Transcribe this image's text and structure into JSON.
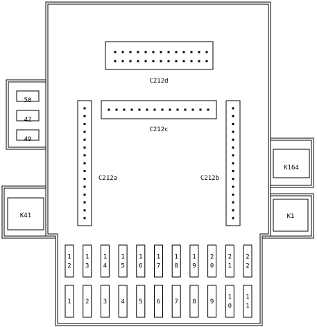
{
  "colors": {
    "line": "#000000",
    "background": "#ffffff"
  },
  "connectors": {
    "c212d": {
      "label": "C212d",
      "rows": 2,
      "pins_per_row": 13
    },
    "c212c": {
      "label": "C212c",
      "rows": 1,
      "pins_per_row": 14
    },
    "c212a": {
      "label": "C212a",
      "pins": 15
    },
    "c212b": {
      "label": "C212b",
      "pins": 15
    }
  },
  "side_labels": [
    "50",
    "42",
    "49"
  ],
  "relays": {
    "k164": "K164",
    "k41": "K41",
    "k1": "K1"
  },
  "fuses_top": [
    {
      "digits": [
        "1",
        "2"
      ]
    },
    {
      "digits": [
        "1",
        "3"
      ]
    },
    {
      "digits": [
        "1",
        "4"
      ]
    },
    {
      "digits": [
        "1",
        "5"
      ]
    },
    {
      "digits": [
        "1",
        "6"
      ]
    },
    {
      "digits": [
        "1",
        "7"
      ]
    },
    {
      "digits": [
        "1",
        "8"
      ]
    },
    {
      "digits": [
        "1",
        "9"
      ]
    },
    {
      "digits": [
        "2",
        "0"
      ]
    },
    {
      "digits": [
        "2",
        "1"
      ]
    },
    {
      "digits": [
        "2",
        "2"
      ]
    }
  ],
  "fuses_bottom": [
    {
      "digits": [
        "1"
      ]
    },
    {
      "digits": [
        "2"
      ]
    },
    {
      "digits": [
        "3"
      ]
    },
    {
      "digits": [
        "4"
      ]
    },
    {
      "digits": [
        "5"
      ]
    },
    {
      "digits": [
        "6"
      ]
    },
    {
      "digits": [
        "7"
      ]
    },
    {
      "digits": [
        "8"
      ]
    },
    {
      "digits": [
        "9"
      ]
    },
    {
      "digits": [
        "1",
        "0"
      ]
    },
    {
      "digits": [
        "1",
        "1"
      ]
    }
  ]
}
